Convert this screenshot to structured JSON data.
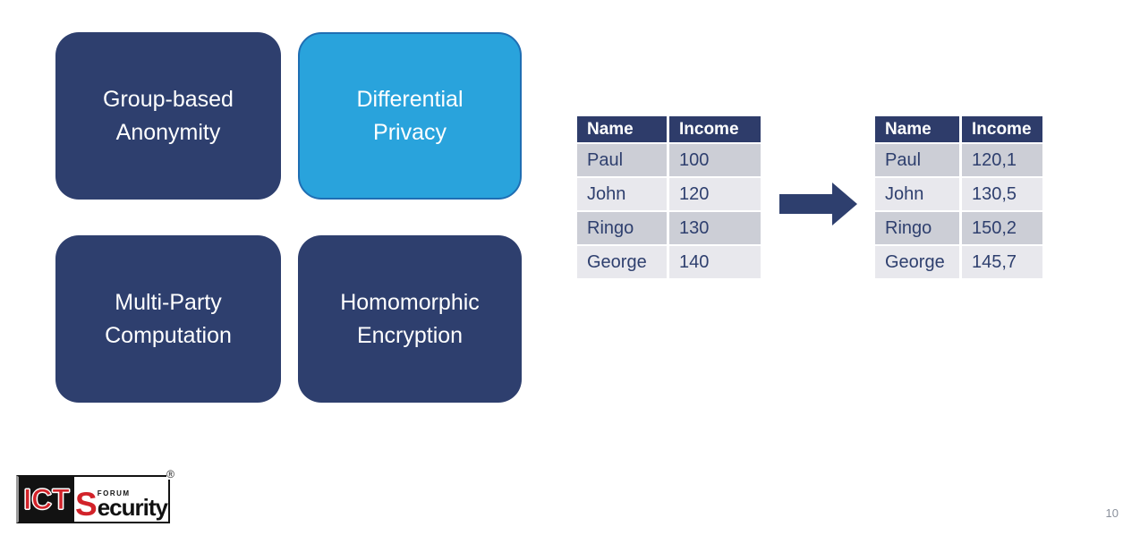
{
  "page": {
    "number": "10"
  },
  "colors": {
    "navy": "#2E3F6E",
    "light_blue": "#29A3DC",
    "light_blue_border": "#1F6EB3",
    "table_header_bg": "#2E3C6A",
    "row_dark": "#CCCED6",
    "row_light": "#E8E8ED",
    "cell_text": "#2E3F6E",
    "logo_red": "#D2232A",
    "page_number_color": "#8A909C"
  },
  "boxes": [
    {
      "id": "group-based-anonymity",
      "line1": "Group-based",
      "line2": "Anonymity",
      "variant": "navy"
    },
    {
      "id": "differential-privacy",
      "line1": "Differential",
      "line2": "Privacy",
      "variant": "light-blue"
    },
    {
      "id": "multi-party-computation",
      "line1": "Multi-Party",
      "line2": "Computation",
      "variant": "navy"
    },
    {
      "id": "homomorphic-encryption",
      "line1": "Homomorphic",
      "line2": "Encryption",
      "variant": "navy"
    }
  ],
  "tables": {
    "before": {
      "headers": [
        "Name",
        "Income"
      ],
      "rows": [
        [
          "Paul",
          "100"
        ],
        [
          "John",
          "120"
        ],
        [
          "Ringo",
          "130"
        ],
        [
          "George",
          "140"
        ]
      ]
    },
    "after": {
      "headers": [
        "Name",
        "Income"
      ],
      "rows": [
        [
          "Paul",
          "120,1"
        ],
        [
          "John",
          "130,5"
        ],
        [
          "Ringo",
          "150,2"
        ],
        [
          "George",
          "145,7"
        ]
      ]
    }
  },
  "arrow": {
    "direction": "right"
  },
  "logo": {
    "ict": "ICT",
    "s": "S",
    "ecurity": "ecurity",
    "forum": "FORUM",
    "registered": "®"
  }
}
